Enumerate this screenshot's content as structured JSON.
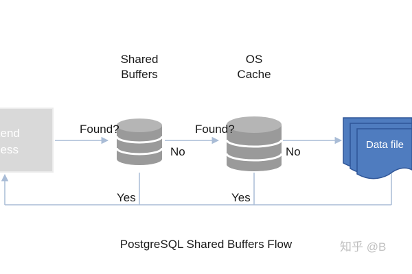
{
  "title_shared": [
    "Shared",
    "Buffers"
  ],
  "title_os": [
    "OS",
    "Cache"
  ],
  "backend": [
    "kend",
    "cess"
  ],
  "found_1": "Found?",
  "found_2": "Found?",
  "no_1": "No",
  "no_2": "No",
  "yes_1": "Yes",
  "yes_2": "Yes",
  "data_files": "Data file",
  "caption": "PostgreSQL Shared Buffers Flow",
  "watermark": "知乎 @B",
  "colors": {
    "line": "#a9bcd6",
    "db_fill": "#9a9a9a",
    "db_dark": "#7f7f7f",
    "doc_fill": "#4f7cbf",
    "doc_stroke": "#2f5597",
    "box_fill": "#d9d9d9"
  }
}
